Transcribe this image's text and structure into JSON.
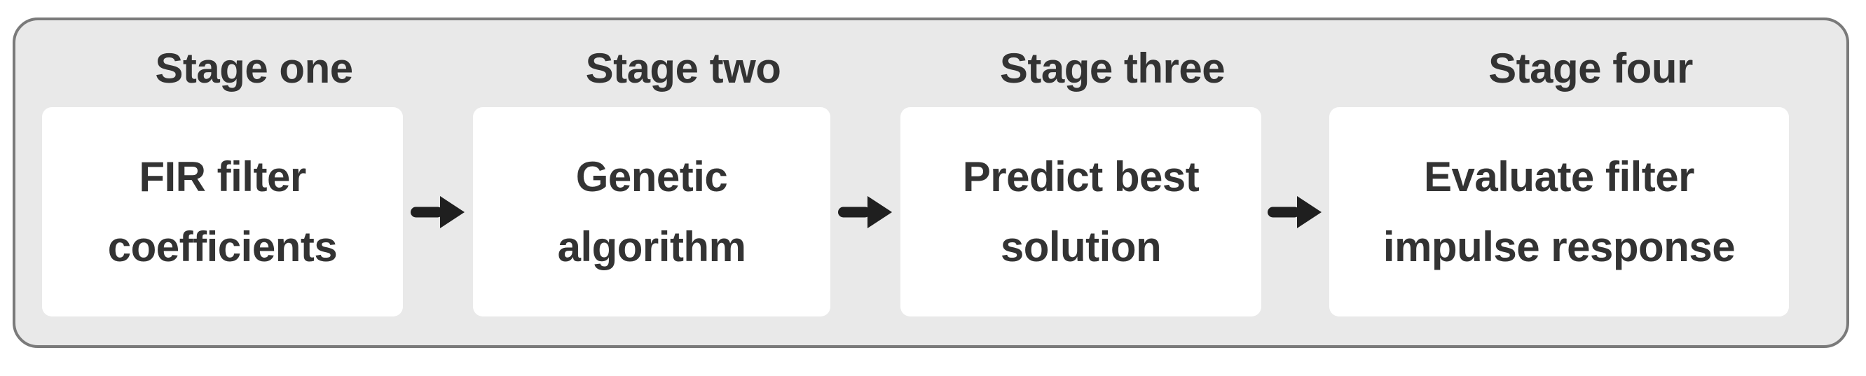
{
  "diagram": {
    "type": "flowchart",
    "direction": "left-to-right",
    "stages": [
      {
        "title": "Stage one",
        "label": "FIR filter\ncoefficients"
      },
      {
        "title": "Stage two",
        "label": "Genetic\nalgorithm"
      },
      {
        "title": "Stage three",
        "label": "Predict best\nsolution"
      },
      {
        "title": "Stage four",
        "label": "Evaluate filter\nimpulse response"
      }
    ],
    "connectors": {
      "icon": "arrow-right-icon",
      "count": 3
    },
    "colors": {
      "page_background": "#ffffff",
      "container_fill": "#e9e9e9",
      "container_border": "#7a7a7a",
      "box_fill": "#ffffff",
      "text": "#333333",
      "arrow": "#1f1f1f"
    }
  }
}
